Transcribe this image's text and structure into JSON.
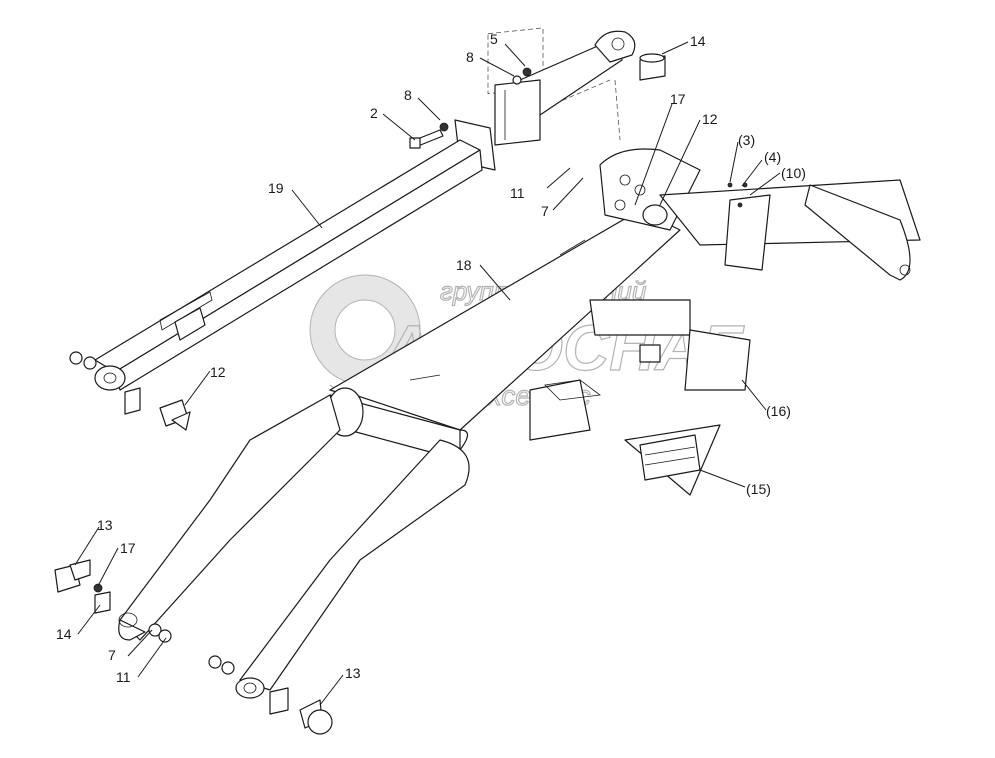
{
  "watermark": {
    "line1": "группа компаний",
    "line2": "АГРОСНАБ",
    "line3": "техсервис"
  },
  "callouts": [
    {
      "id": "c5",
      "text": "5"
    },
    {
      "id": "c14a",
      "text": "14"
    },
    {
      "id": "c8a",
      "text": "8"
    },
    {
      "id": "c8b",
      "text": "8"
    },
    {
      "id": "c2",
      "text": "2"
    },
    {
      "id": "c17a",
      "text": "17"
    },
    {
      "id": "c12a",
      "text": "12"
    },
    {
      "id": "c3",
      "text": "(3)"
    },
    {
      "id": "c4",
      "text": "(4)"
    },
    {
      "id": "c10",
      "text": "(10)"
    },
    {
      "id": "c19",
      "text": "19"
    },
    {
      "id": "c11a",
      "text": "11"
    },
    {
      "id": "c7a",
      "text": "7"
    },
    {
      "id": "c18",
      "text": "18"
    },
    {
      "id": "c12b",
      "text": "12"
    },
    {
      "id": "c16",
      "text": "(16)"
    },
    {
      "id": "c15",
      "text": "(15)"
    },
    {
      "id": "c13a",
      "text": "13"
    },
    {
      "id": "c17b",
      "text": "17"
    },
    {
      "id": "c14b",
      "text": "14"
    },
    {
      "id": "c7b",
      "text": "7"
    },
    {
      "id": "c11b",
      "text": "11"
    },
    {
      "id": "c13b",
      "text": "13"
    }
  ]
}
